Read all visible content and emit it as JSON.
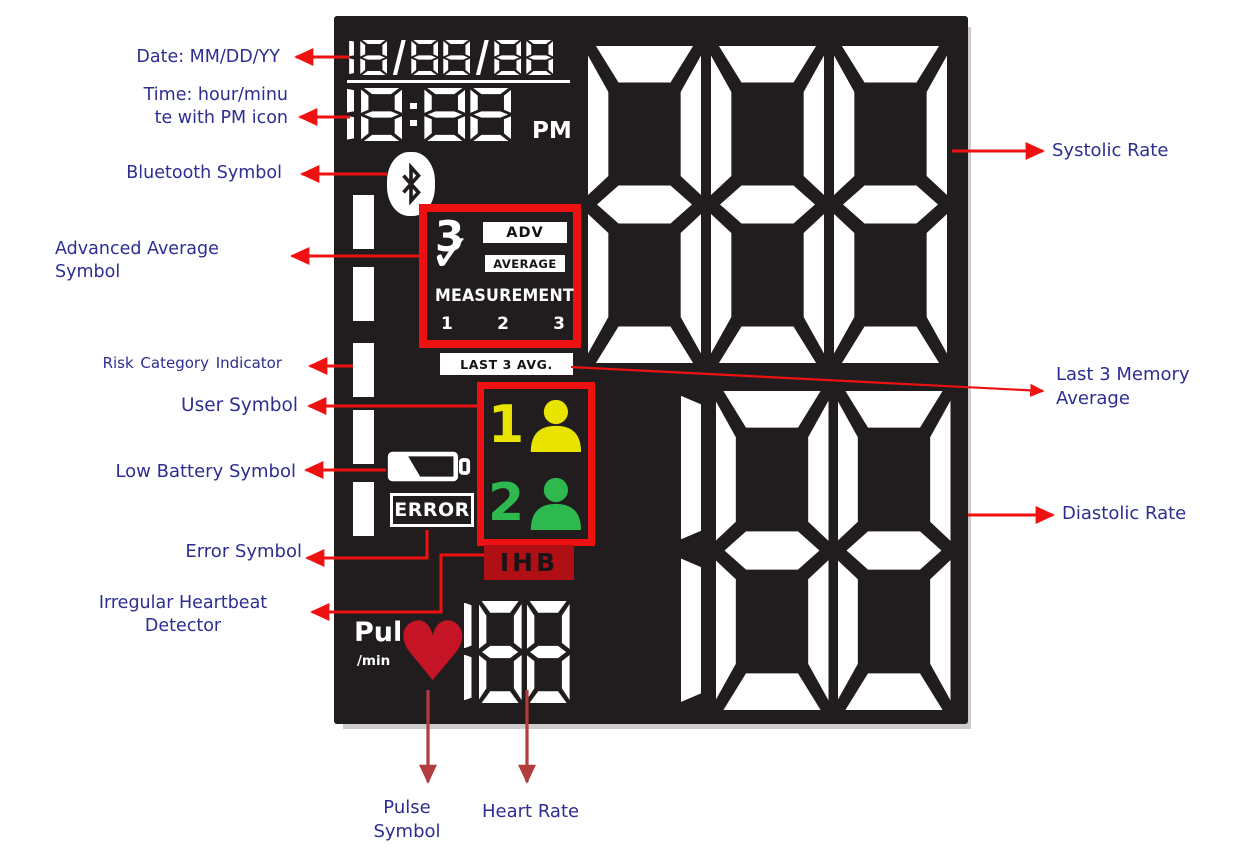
{
  "colors": {
    "label_navy": "#2d2d92",
    "accent_red": "#ee1111",
    "arrow_red": "#ee1111",
    "arrow_dark": "#b13b3d",
    "lcd_black": "#211d1e",
    "lcd_white": "#ffffff",
    "user1_yellow": "#e8e400",
    "user2_green": "#2db94d",
    "ihb_red": "#b01015",
    "heart_red": "#c41425"
  },
  "labels": {
    "date": "Date: MM/DD/YY",
    "time1": "Time: hour/minu",
    "time2": "te with PM icon",
    "bluetooth": "Bluetooth Symbol",
    "advanced1": "Advanced Average",
    "advanced2": "Symbol",
    "risk": "Risk Category Indicator",
    "user": "User Symbol",
    "battery": "Low Battery Symbol",
    "error": "Error Symbol",
    "ihb1": "Irregular Heartbeat",
    "ihb2": "Detector",
    "pulse1": "Pulse",
    "pulse2": "Symbol",
    "heart_rate": "Heart Rate",
    "systolic": "Systolic Rate",
    "last3_1": "Last 3 Memory",
    "last3_2": "Average",
    "diastolic": "Diastolic Rate"
  },
  "display": {
    "date_value": "18/88/88",
    "time_value": "18:88",
    "pm": "PM",
    "avg_count": "3",
    "adv": "ADV",
    "average": "AVERAGE",
    "measurement": "MEASUREMENT",
    "measurement_numbers": [
      "1",
      "2",
      "3"
    ],
    "last3": "LAST 3 AVG.",
    "user1": "1",
    "user2": "2",
    "error": "ERROR",
    "ihb": "IHB",
    "pul": "Pul",
    "per_min": "/min",
    "systolic_value": "888",
    "diastolic_value": "188",
    "pulse_value": "188"
  },
  "icons": {
    "heart": "♥",
    "check": "✓",
    "bluetooth": "bluetooth-rune",
    "battery": "low-battery",
    "user": "person-silhouette"
  }
}
